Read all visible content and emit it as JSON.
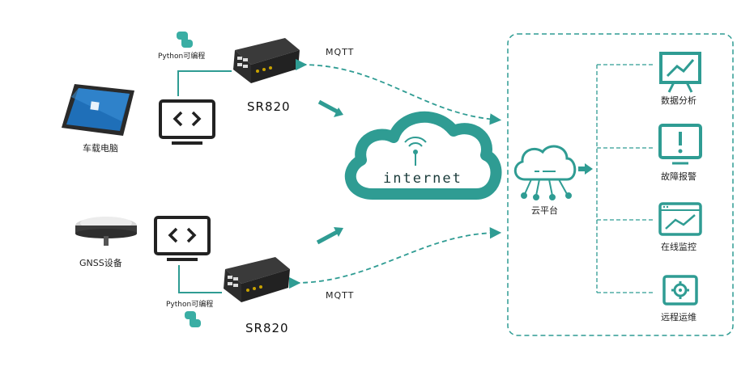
{
  "devices": {
    "vehicle_pc": {
      "label": "车载电脑"
    },
    "gnss": {
      "label": "GNSS设备"
    }
  },
  "routers": {
    "top": {
      "name": "SR820",
      "python_label": "Python可编程",
      "protocol": "MQTT"
    },
    "bottom": {
      "name": "SR820",
      "python_label": "Python可编程",
      "protocol": "MQTT"
    }
  },
  "internet": {
    "label": "internet"
  },
  "cloud_platform": {
    "label": "云平台",
    "services": [
      {
        "label": "数据分析",
        "icon": "chart-board-icon"
      },
      {
        "label": "故障报警",
        "icon": "alert-monitor-icon"
      },
      {
        "label": "在线监控",
        "icon": "monitor-graph-icon"
      },
      {
        "label": "远程运维",
        "icon": "gear-screen-icon"
      }
    ]
  },
  "colors": {
    "accent": "#2f9c93",
    "accent_light": "#3aaea4",
    "dark": "#2b2b2b"
  }
}
